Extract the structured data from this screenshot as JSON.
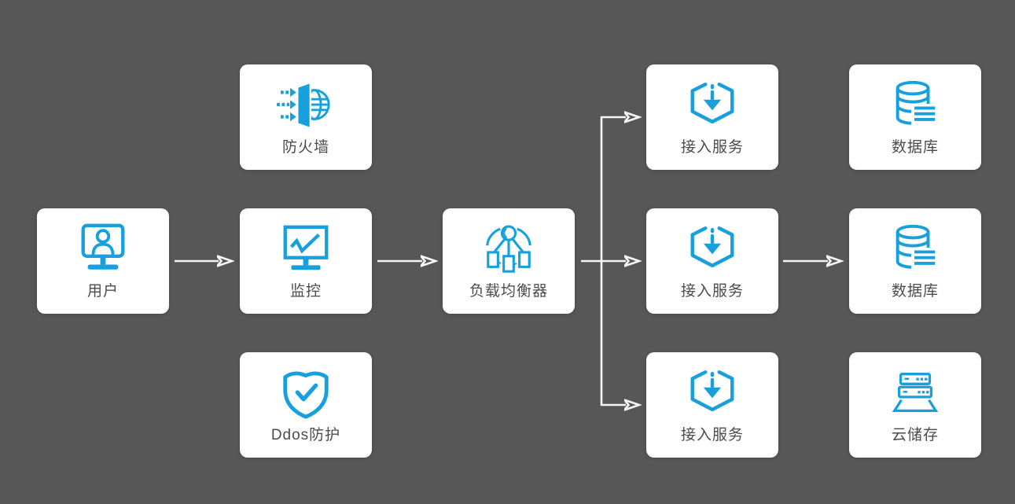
{
  "diagram_title": "",
  "colors": {
    "background": "#575757",
    "card": "#ffffff",
    "accent": "#18a0dc",
    "arrow": "#f5f5f5",
    "label": "#4b4b50"
  },
  "nodes": [
    {
      "id": "user",
      "label": "用户",
      "icon": "user-monitor-icon"
    },
    {
      "id": "firewall",
      "label": "防火墙",
      "icon": "firewall-icon"
    },
    {
      "id": "monitor",
      "label": "监控",
      "icon": "monitor-chart-icon"
    },
    {
      "id": "ddos",
      "label": "Ddos防护",
      "icon": "shield-check-icon"
    },
    {
      "id": "load-balancer",
      "label": "负载均衡器",
      "icon": "load-balancer-icon"
    },
    {
      "id": "access-service-1",
      "label": "接入服务",
      "icon": "access-service-icon"
    },
    {
      "id": "access-service-2",
      "label": "接入服务",
      "icon": "access-service-icon"
    },
    {
      "id": "access-service-3",
      "label": "接入服务",
      "icon": "access-service-icon"
    },
    {
      "id": "database-1",
      "label": "数据库",
      "icon": "database-icon"
    },
    {
      "id": "database-2",
      "label": "数据库",
      "icon": "database-icon"
    },
    {
      "id": "cloud-storage",
      "label": "云储存",
      "icon": "server-rack-icon"
    }
  ],
  "connections": [
    {
      "from": "user",
      "to": "monitor"
    },
    {
      "from": "monitor",
      "to": "load-balancer"
    },
    {
      "from": "load-balancer",
      "to": "access-service-1"
    },
    {
      "from": "load-balancer",
      "to": "access-service-2"
    },
    {
      "from": "load-balancer",
      "to": "access-service-3"
    },
    {
      "from": "access-service-2",
      "to": "database-2"
    }
  ]
}
